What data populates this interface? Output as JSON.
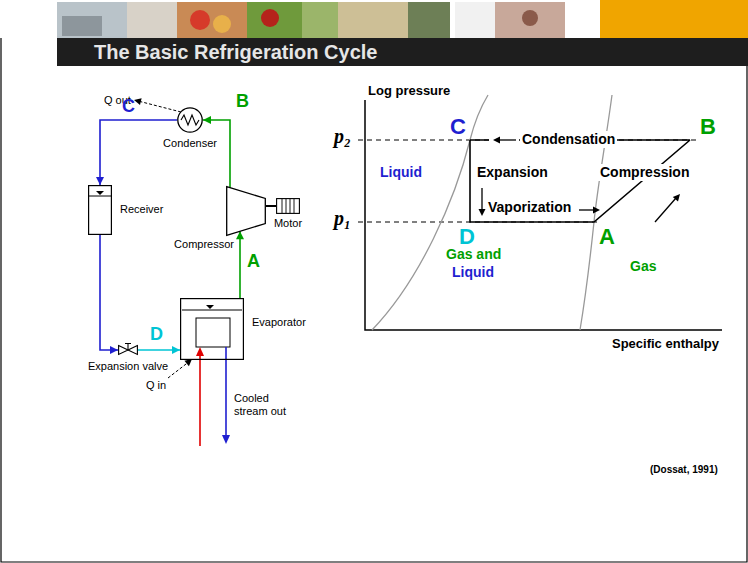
{
  "diagram": {
    "title": "The Basic Refrigeration Cycle",
    "caption": "(Dossat, 1991)",
    "nodes": [
      {
        "text": [
          "Condenser"
        ]
      },
      {
        "text": [
          "Compressor"
        ]
      },
      {
        "text": [
          "Motor"
        ]
      },
      {
        "text": [
          "Evaporator"
        ]
      },
      {
        "text": [
          "Expansion valve"
        ]
      },
      {
        "text": [
          "Receiver"
        ]
      }
    ],
    "edges": [
      {
        "from": 1,
        "to": 0,
        "arrow": "to",
        "label": "B"
      },
      {
        "from": 0,
        "to": 5,
        "arrow": "to",
        "label": "C"
      },
      {
        "from": 5,
        "to": 4,
        "arrow": "to"
      },
      {
        "from": 4,
        "to": 3,
        "arrow": "to",
        "label": "D"
      },
      {
        "from": 3,
        "to": 1,
        "arrow": "to",
        "label": "A"
      },
      {
        "from": 2,
        "to": 1,
        "arrow": "none"
      }
    ],
    "labels": [
      "Q out",
      "Q in",
      "Cooled stream out",
      "Log pressure",
      "p₂",
      "p₁",
      "C",
      "B",
      "D",
      "A",
      "Condensation",
      "Liquid",
      "Expansion",
      "Vaporization",
      "Compression",
      "Gas and",
      "Liquid",
      "Gas",
      "Specific enthalpy"
    ]
  }
}
